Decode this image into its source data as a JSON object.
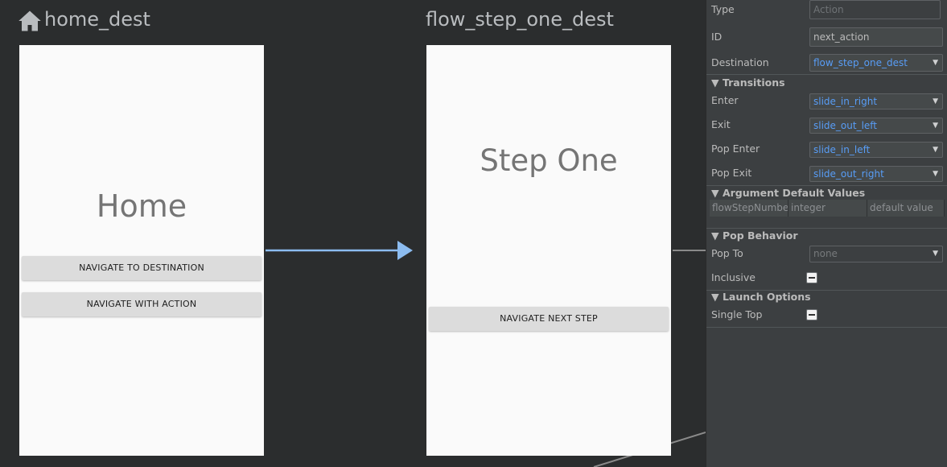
{
  "canvas": {
    "destinations": [
      {
        "name": "home_dest",
        "heading": "Home",
        "buttons": [
          "NAVIGATE TO DESTINATION",
          "NAVIGATE WITH ACTION"
        ],
        "is_start": true
      },
      {
        "name": "flow_step_one_dest",
        "heading": "Step One",
        "buttons": [
          "NAVIGATE NEXT STEP"
        ],
        "is_start": false
      }
    ],
    "colors": {
      "background": "#2b2d2e",
      "screen": "#fafafa",
      "action_arrow": "#8cbcf0",
      "connector": "#8a8a8a"
    }
  },
  "panel": {
    "type_label": "Type",
    "type_placeholder": "Action",
    "id_label": "ID",
    "id_value": "next_action",
    "destination_label": "Destination",
    "destination_value": "flow_step_one_dest",
    "transitions": {
      "header": "▼ Transitions",
      "enter_label": "Enter",
      "enter_value": "slide_in_right",
      "exit_label": "Exit",
      "exit_value": "slide_out_left",
      "pop_enter_label": "Pop Enter",
      "pop_enter_value": "slide_in_left",
      "pop_exit_label": "Pop Exit",
      "pop_exit_value": "slide_out_right"
    },
    "arguments": {
      "header": "▼ Argument Default Values",
      "name": "flowStepNumbe",
      "type": "integer",
      "default_placeholder": "default value"
    },
    "pop_behavior": {
      "header": "▼ Pop Behavior",
      "pop_to_label": "Pop To",
      "pop_to_value": "none",
      "inclusive_label": "Inclusive"
    },
    "launch_options": {
      "header": "▼ Launch Options",
      "single_top_label": "Single Top"
    },
    "dropdown_glyph": "▼"
  }
}
